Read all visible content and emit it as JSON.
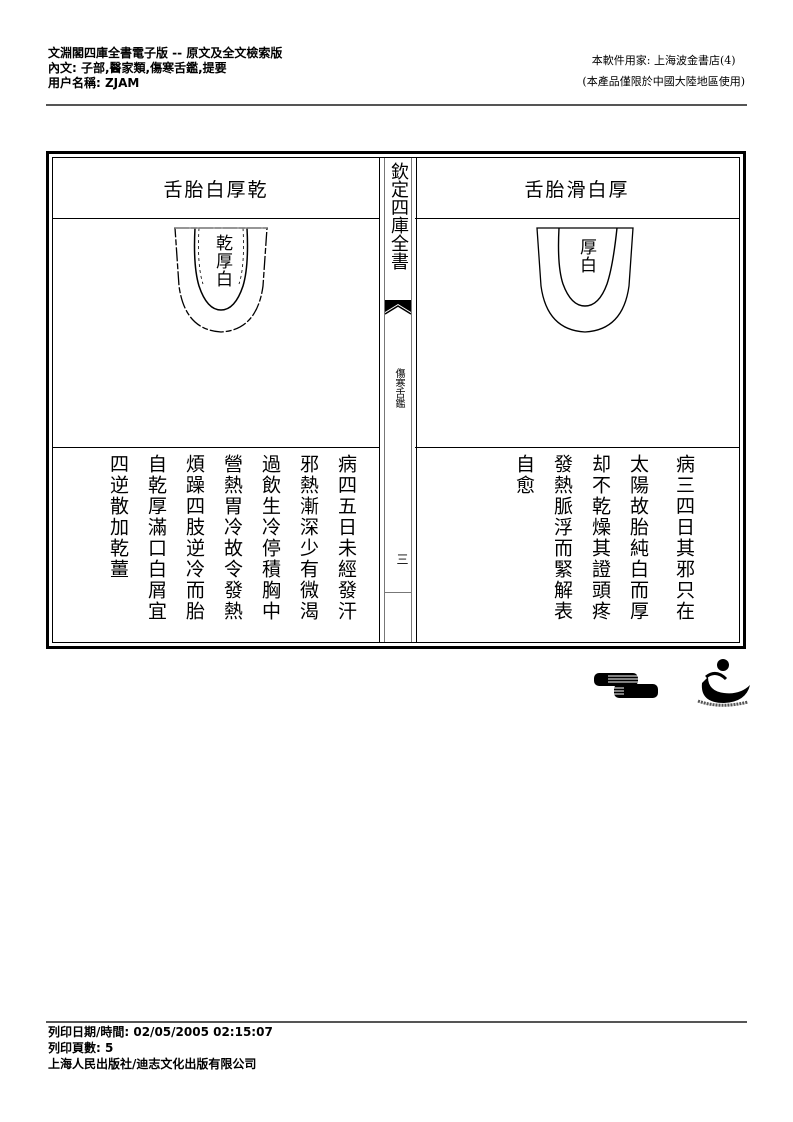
{
  "header": {
    "left_lines": [
      "文淵閣四庫全書電子版 -- 原文及全文檢索版",
      "內文: 子部,醫家類,傷寒舌鑑,提要",
      "用户名稱: ZJAM"
    ],
    "right_lines": [
      "本軟件用家: 上海波金書店(4)",
      "(本產品僅限於中國大陸地區使用)"
    ]
  },
  "page": {
    "left_panel": {
      "title": "舌胎白厚乾",
      "tongue_label": "乾厚白",
      "columns": [
        "病四五日未經發汗",
        "邪熱漸深少有微渴",
        "過飲生冷停積胸中",
        "營熱胃冷故令發熱",
        "煩躁四肢逆冷而胎",
        "自乾厚滿口白屑宜",
        "四逆散加乾薑"
      ]
    },
    "spine": {
      "title": "欽定四庫全書",
      "book_name": "傷寒舌鑑",
      "page_number": "三"
    },
    "right_panel": {
      "title": "舌胎滑白厚",
      "tongue_label": "厚白",
      "columns": [
        "病三四日其邪只在",
        "太陽故胎純白而厚",
        "却不乾燥其證頭疼",
        "發熱脈浮而緊解表",
        "自愈"
      ]
    }
  },
  "footer": {
    "lines": [
      "列印日期/時間: 02/05/2005 02:15:07",
      "列印頁數: 5",
      "上海人民出版社/迪志文化出版有限公司"
    ]
  },
  "logos": [
    "publisher-logo-books",
    "publisher-logo-dizhi"
  ]
}
